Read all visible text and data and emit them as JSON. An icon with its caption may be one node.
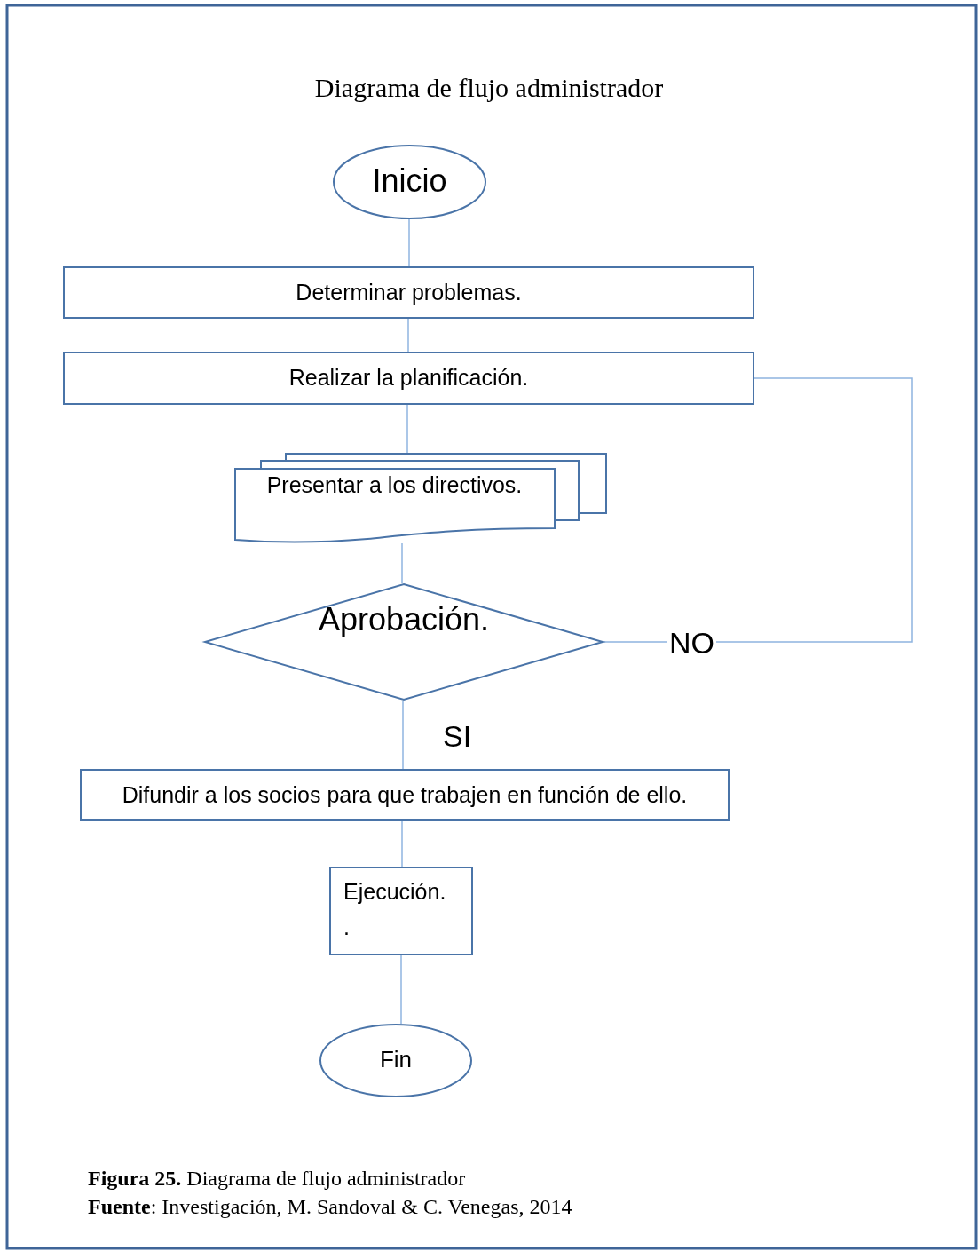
{
  "diagram": {
    "title": "Diagrama de flujo administrador",
    "caption": "**Figura 25.** Diagrama de flujo administrador",
    "nodes": [
      {
        "text": [
          "Inicio"
        ]
      },
      {
        "text": [
          "Determinar problemas."
        ]
      },
      {
        "text": [
          "Realizar la planificación."
        ]
      },
      {
        "text": [
          "Presentar a los directivos."
        ]
      },
      {
        "text": [
          "Aprobación."
        ]
      },
      {
        "text": [
          "Difundir a los socios para que trabajen en función de ello."
        ]
      },
      {
        "text": [
          "Ejecución.",
          "."
        ]
      },
      {
        "text": [
          "Fin"
        ]
      }
    ],
    "edges": [
      {
        "from": 0,
        "to": 1,
        "arrow": "none"
      },
      {
        "from": 1,
        "to": 2,
        "arrow": "none"
      },
      {
        "from": 2,
        "to": 3,
        "arrow": "none"
      },
      {
        "from": 3,
        "to": 4,
        "arrow": "none"
      },
      {
        "from": 4,
        "to": 5,
        "arrow": "none",
        "label": "SI"
      },
      {
        "from": 4,
        "to": 2,
        "arrow": "none",
        "label": "NO"
      },
      {
        "from": 5,
        "to": 6,
        "arrow": "none"
      },
      {
        "from": 6,
        "to": 7,
        "arrow": "none"
      }
    ],
    "labels": [
      "**Fuente**: Investigación, M. Sandoval & C. Venegas, 2014"
    ]
  }
}
